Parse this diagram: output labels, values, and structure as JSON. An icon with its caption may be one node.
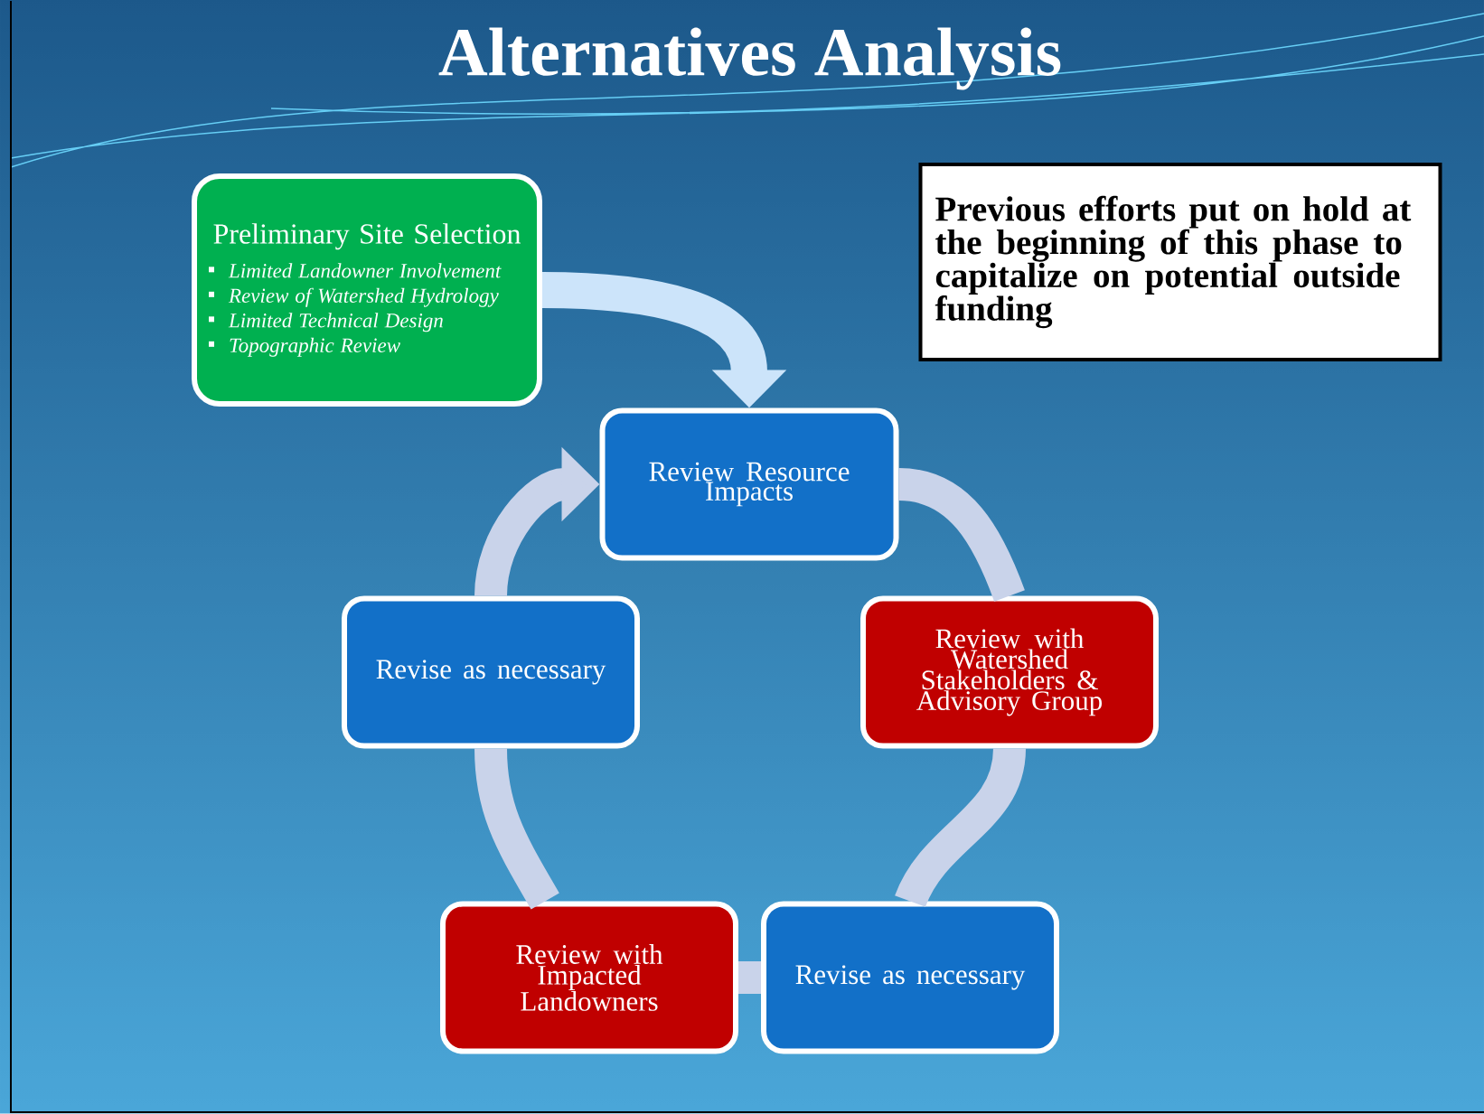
{
  "diagram": {
    "title": "Alternatives Analysis",
    "nodes": [
      {
        "text": [
          "Preliminary Site Selection",
          "Limited Landowner Involvement",
          "Review of Watershed Hydrology",
          "Limited Technical Design",
          "Topographic Review"
        ]
      },
      {
        "text": [
          "Previous efforts put on hold at the beginning of this phase to capitalize on potential outside funding"
        ]
      },
      {
        "text": [
          "Review Resource Impacts"
        ]
      },
      {
        "text": [
          "Revise as necessary"
        ]
      },
      {
        "text": [
          "Review with Watershed Stakeholders & Advisory Group"
        ]
      },
      {
        "text": [
          "Review with Impacted Landowners"
        ]
      },
      {
        "text": [
          "Revise as necessary"
        ]
      }
    ],
    "edges": [
      {
        "from": 0,
        "to": 2,
        "arrow": "to",
        "color": "#cce4fa"
      },
      {
        "from": 2,
        "to": 4,
        "arrow": "none"
      },
      {
        "from": 4,
        "to": 6,
        "arrow": "none"
      },
      {
        "from": 6,
        "to": 5,
        "arrow": "none"
      },
      {
        "from": 5,
        "to": 3,
        "arrow": "none"
      },
      {
        "from": 3,
        "to": 2,
        "arrow": "to"
      }
    ]
  }
}
